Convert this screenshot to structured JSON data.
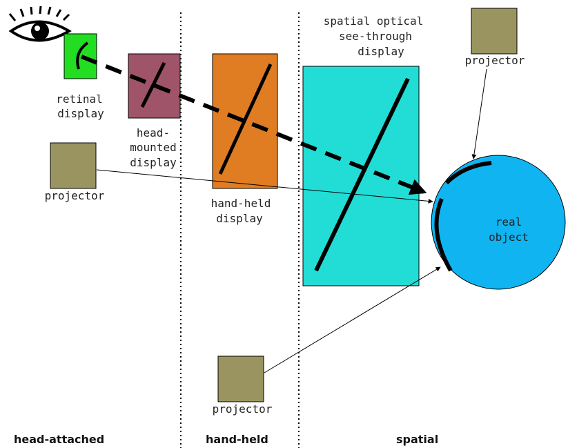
{
  "colors": {
    "retinal": "#22dd22",
    "head_mounted": "#a0546a",
    "hand_held": "#e07d22",
    "spatial": "#22ddd6",
    "projector": "#9a9560",
    "real_object": "#10b4f0",
    "ray": "#000000"
  },
  "categories": {
    "head_attached": "head-attached",
    "hand_held": "hand-held",
    "spatial": "spatial"
  },
  "labels": {
    "retinal_1": "retinal",
    "retinal_2": "display",
    "hmd_1": "head-",
    "hmd_2": "mounted",
    "hmd_3": "display",
    "handheld_1": "hand-held",
    "handheld_2": "display",
    "spatial_1": "spatial optical",
    "spatial_2": "see-through",
    "spatial_3": "display",
    "projector_left": "projector",
    "projector_top_right": "projector",
    "projector_bottom": "projector",
    "object_1": "real",
    "object_2": "object"
  },
  "icons": {
    "eye": "eye-icon"
  }
}
